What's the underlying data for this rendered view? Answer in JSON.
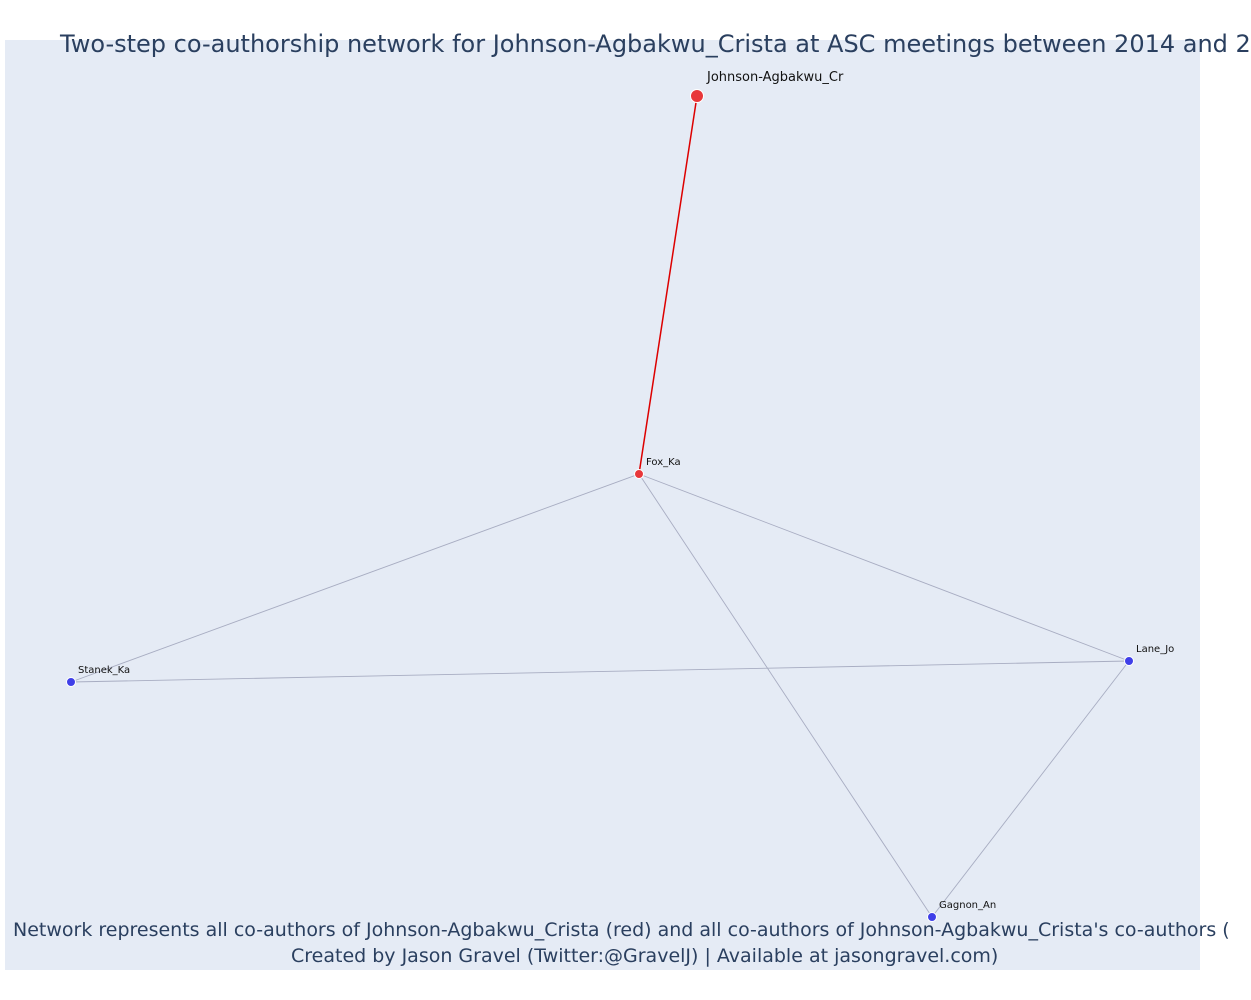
{
  "title": "Two-step co-authorship network for Johnson-Agbakwu_Crista at ASC meetings between 2014 and 2",
  "caption_line1": "Network represents all co-authors of Johnson-Agbakwu_Crista (red) and all co-authors of Johnson-Agbakwu_Crista's co-authors (",
  "caption_line2": "Created by Jason Gravel (Twitter:@GravelJ) | Available at jasongravel.com)",
  "colors": {
    "focal": "#e8373a",
    "coauthor": "#e8373a",
    "second_step": "#3f3fe8",
    "focal_edge": "#dd0000",
    "edge": "#a8adc2",
    "background": "#e5ebf5"
  },
  "network": {
    "nodes": [
      {
        "id": "focal",
        "label": "Johnson-Agbakwu_Cr",
        "group": "focal"
      },
      {
        "id": "fox",
        "label": "Fox_Ka",
        "group": "coauthor"
      },
      {
        "id": "stanek",
        "label": "Stanek_Ka",
        "group": "second_step"
      },
      {
        "id": "lane",
        "label": "Lane_Jo",
        "group": "second_step"
      },
      {
        "id": "gagnon",
        "label": "Gagnon_An",
        "group": "second_step"
      }
    ],
    "edges": [
      {
        "source": "focal",
        "target": "fox",
        "type": "focal"
      },
      {
        "source": "fox",
        "target": "stanek",
        "type": "other"
      },
      {
        "source": "fox",
        "target": "lane",
        "type": "other"
      },
      {
        "source": "fox",
        "target": "gagnon",
        "type": "other"
      },
      {
        "source": "stanek",
        "target": "lane",
        "type": "other"
      },
      {
        "source": "lane",
        "target": "gagnon",
        "type": "other"
      }
    ]
  }
}
